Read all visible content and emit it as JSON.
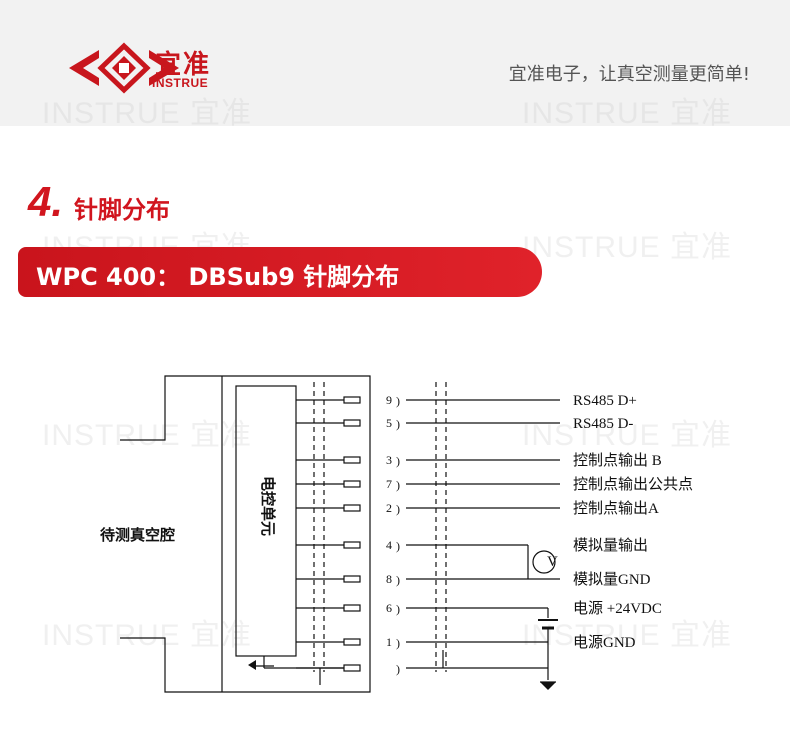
{
  "header": {
    "brand_cn": "宜准",
    "brand_en": "INSTRUE",
    "slogan": "宜准电子，让真空测量更简单!",
    "watermark": "INSTRUE 宜准"
  },
  "section": {
    "number": "4.",
    "title": "针脚分布"
  },
  "banner": {
    "text": "WPC 400：  DBSub9 针脚分布"
  },
  "diagram": {
    "chamber_label": "待测真空腔",
    "control_unit_label": "电控单元",
    "pins": [
      {
        "num": "9",
        "signal": "RS485 D+"
      },
      {
        "num": "5",
        "signal": "RS485 D-"
      },
      {
        "num": "3",
        "signal": "控制点输出 B"
      },
      {
        "num": "7",
        "signal": "控制点输出公共点"
      },
      {
        "num": "2",
        "signal": "控制点输出A"
      },
      {
        "num": "4",
        "signal": "模拟量输出"
      },
      {
        "num": "8",
        "signal": "模拟量GND"
      },
      {
        "num": "6",
        "signal": "电源 +24VDC"
      },
      {
        "num": "1",
        "signal": "电源GND"
      }
    ],
    "voltmeter_symbol": "V"
  },
  "colors": {
    "brand_red": "#d1151e",
    "header_bg": "#f2f2f2"
  }
}
